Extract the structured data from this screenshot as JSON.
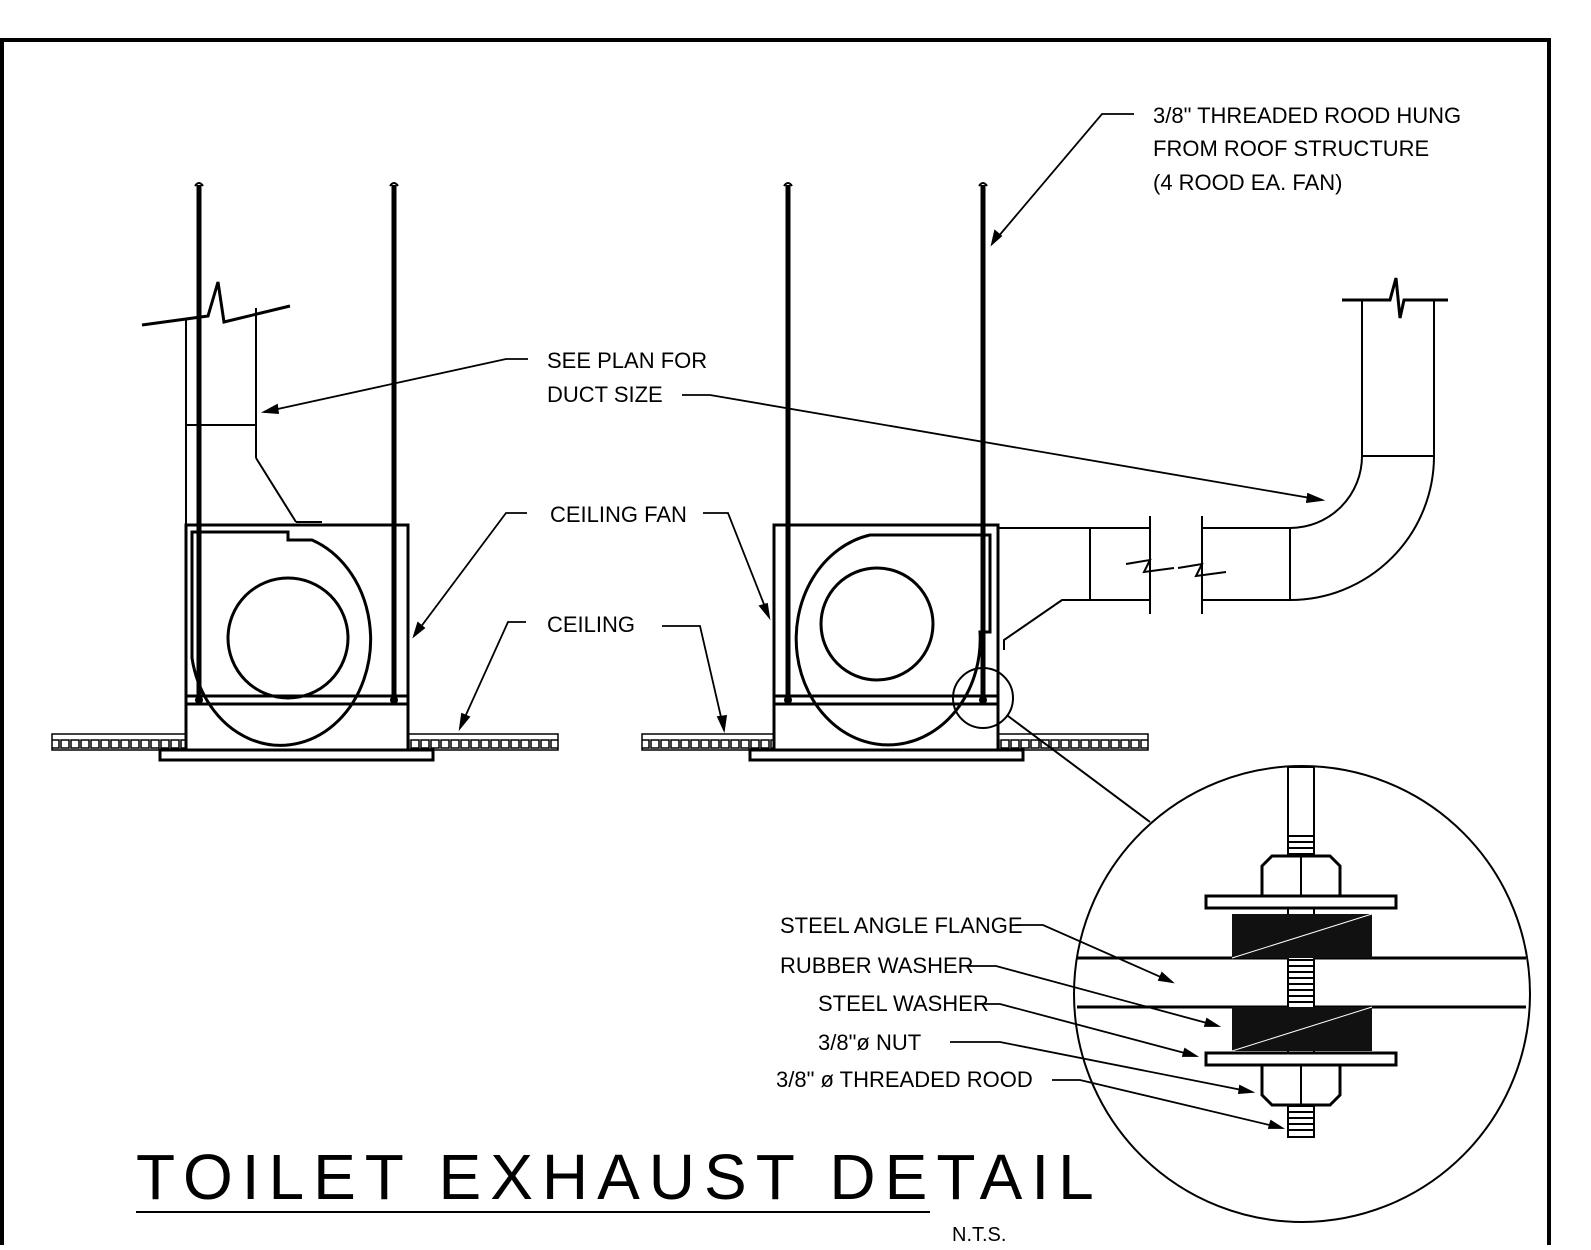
{
  "title": "TOILET EXHAUST DETAIL",
  "scale_note": "N.T.S.",
  "callouts": {
    "rod_hung_line1": "3/8\" THREADED ROOD HUNG",
    "rod_hung_line2": "FROM ROOF STRUCTURE",
    "rod_hung_line3": "(4 ROOD EA. FAN)",
    "duct_line1": "SEE PLAN FOR",
    "duct_line2": "DUCT SIZE",
    "ceiling_fan": "CEILING FAN",
    "ceiling": "CEILING",
    "steel_angle_flange": "STEEL ANGLE FLANGE",
    "rubber_washer": "RUBBER WASHER",
    "steel_washer": "STEEL WASHER",
    "nut": "3/8\"ø NUT",
    "threaded_rod": "3/8\" ø THREADED ROOD"
  }
}
